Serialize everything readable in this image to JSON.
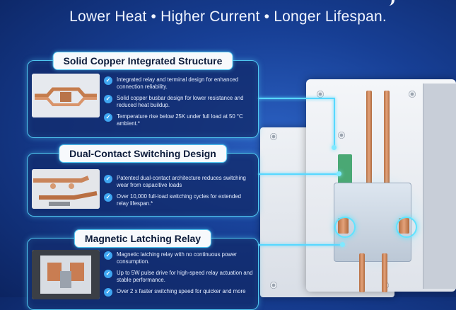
{
  "headline": "Lower Heat • Higher Current  • Longer Lifespan.",
  "sections": [
    {
      "title": "Solid Copper Integrated Structure",
      "icon": "check-circle-icon",
      "bullets": [
        "Integrated relay and terminal design for enhanced connection reliability.",
        "Solid copper busbar design for lower resistance and reduced heat buildup.",
        "Temperature rise below 25K under full load at 50 °C ambient.*"
      ]
    },
    {
      "title": "Dual-Contact Switching Design",
      "icon": "check-circle-icon",
      "bullets": [
        "Patented dual-contact architecture reduces switching wear from capacitive loads",
        "Over 10,000 full-load switching cycles for extended relay lifespan.*"
      ]
    },
    {
      "title": "Magnetic Latching Relay",
      "icon": "check-circle-icon",
      "bullets": [
        "Magnetic latching relay with no continuous power consumption.",
        "Up to 5W pulse drive for high-speed relay actuation and stable performance.",
        "Over 2 x faster switching speed for quicker and more"
      ]
    }
  ],
  "colors": {
    "accent": "#4fc6f0",
    "check": "#3fa6f2",
    "background": "#173f95"
  }
}
